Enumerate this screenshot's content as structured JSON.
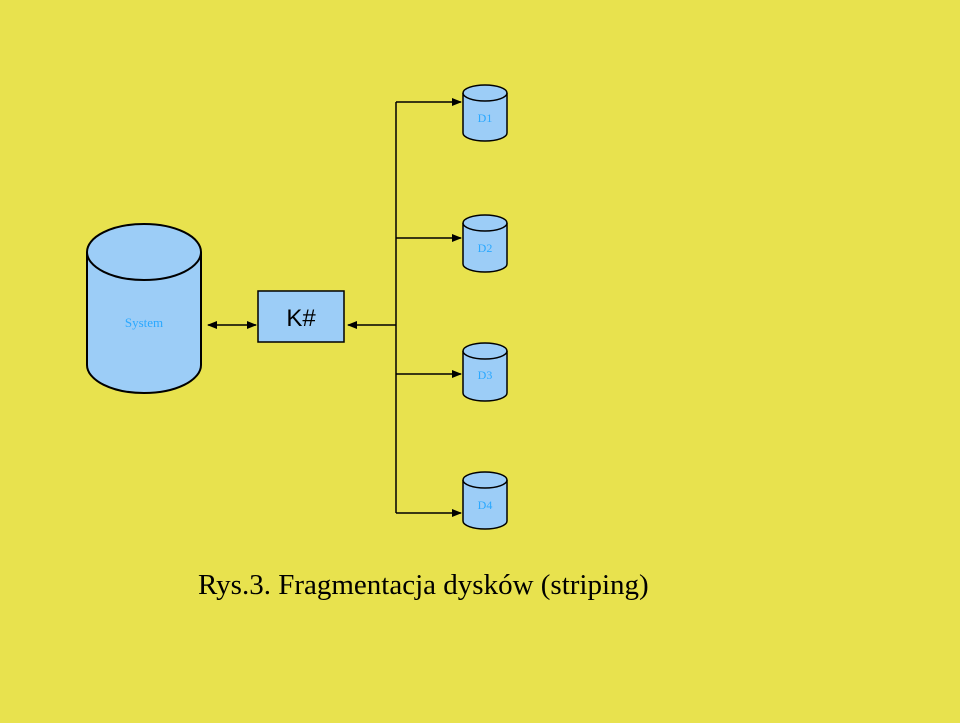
{
  "colors": {
    "background": "#e8e24e",
    "disk_fill": "#9ccdf7",
    "disk_label": "#2aa8ff",
    "box_fill": "#9ccdf7",
    "stroke": "#000000"
  },
  "system": {
    "label": "System"
  },
  "controller": {
    "label": "K#"
  },
  "disks": [
    {
      "label": "D1"
    },
    {
      "label": "D2"
    },
    {
      "label": "D3"
    },
    {
      "label": "D4"
    }
  ],
  "caption": "Rys.3. Fragmentacja dysków (striping)"
}
